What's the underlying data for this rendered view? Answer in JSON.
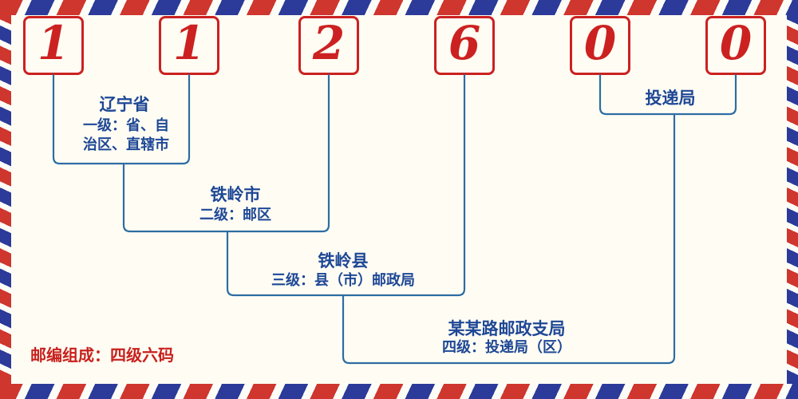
{
  "postal_code": {
    "digits": [
      "1",
      "1",
      "2",
      "6",
      "0",
      "0"
    ]
  },
  "levels": [
    {
      "name": "辽宁省",
      "desc": "一级：省、自治区、直辖市"
    },
    {
      "name": "铁岭市",
      "desc": "二级：邮区"
    },
    {
      "name": "铁岭县",
      "desc": "三级：县（市）邮政局"
    },
    {
      "name": "某某路邮政支局",
      "desc": "四级：投递局（区）"
    },
    {
      "name": "投递局"
    }
  ],
  "footer": {
    "composition": "邮编组成：四级六码"
  },
  "colors": {
    "digit_red": "#cc2121",
    "stripe_red": "#ce362e",
    "stripe_blue": "#2c3a99",
    "connector_blue": "#2d6da3",
    "label_blue": "#1e4796",
    "footer_red": "#c8201d",
    "background": "#fffdf3"
  }
}
